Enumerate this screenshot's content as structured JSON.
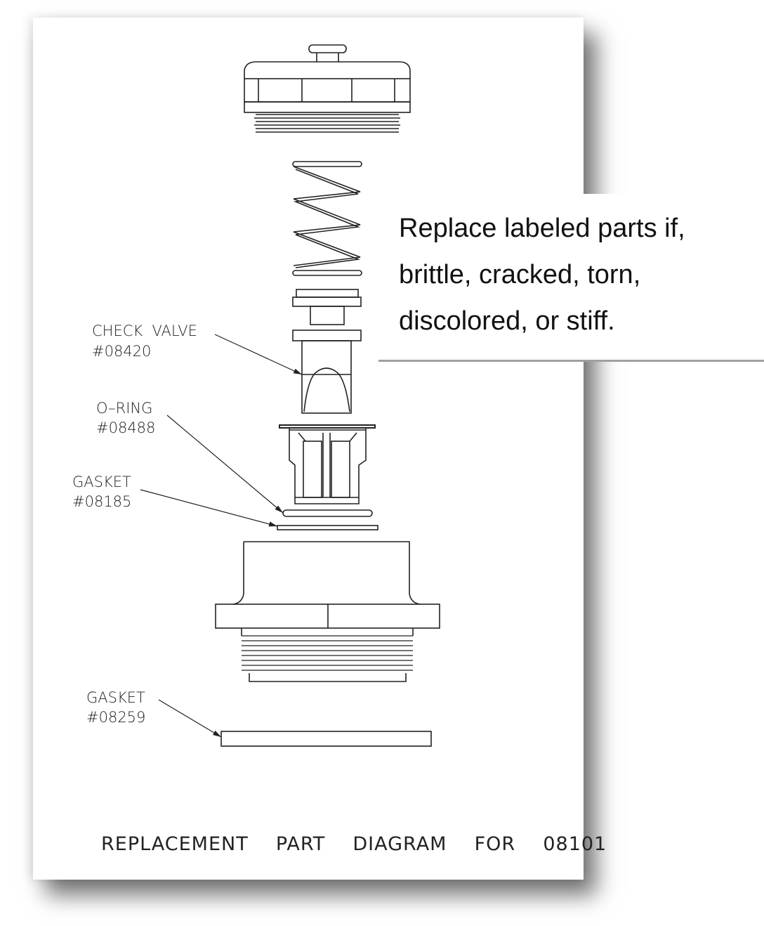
{
  "diagram": {
    "title": "REPLACEMENT  PART  DIAGRAM  FOR  08101",
    "labels": [
      {
        "name": "CHECK  VALVE",
        "part": "#08420"
      },
      {
        "name": "O–RING",
        "part": "#08488"
      },
      {
        "name": "GASKET",
        "part": "#08185"
      },
      {
        "name": "GASKET",
        "part": "#08259"
      }
    ]
  },
  "callout": {
    "lines": [
      "Replace labeled parts if,",
      "brittle, cracked, torn,",
      "discolored, or stiff."
    ]
  }
}
